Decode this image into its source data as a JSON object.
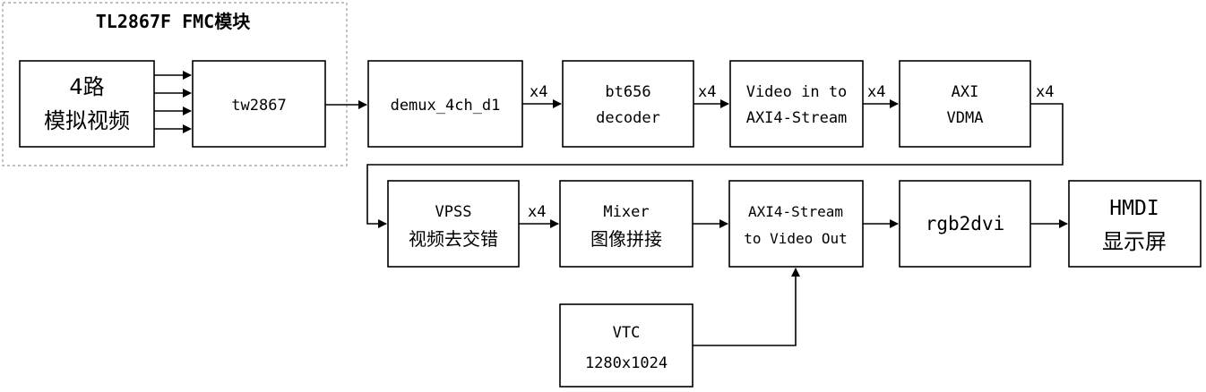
{
  "fmc_group_title": "TL2867F FMC模块",
  "blocks": {
    "analog_input": [
      "4路",
      "模拟视频"
    ],
    "tw2867": [
      "tw2867"
    ],
    "demux": [
      "demux_4ch_d1"
    ],
    "bt656": [
      "bt656",
      "decoder"
    ],
    "vid_in": [
      "Video in to",
      "AXI4-Stream"
    ],
    "axi_vdma": [
      "AXI",
      "VDMA"
    ],
    "vpss": [
      "VPSS",
      "视频去交错"
    ],
    "mixer": [
      "Mixer",
      "图像拼接"
    ],
    "vid_out": [
      "AXI4-Stream",
      "to Video Out"
    ],
    "rgb2dvi": [
      "rgb2dvi"
    ],
    "hdmi": [
      "HMDI",
      "显示屏"
    ],
    "vtc": [
      "VTC",
      "1280x1024"
    ]
  },
  "link_labels": {
    "demux_to_bt656": "x4",
    "bt656_to_vid_in": "x4",
    "vid_in_to_vdma": "x4",
    "vdma_out": "x4",
    "vpss_to_mixer": "x4"
  },
  "colors": {
    "stroke": "#000000",
    "group_border": "#9a9a9a",
    "background": "#ffffff"
  }
}
